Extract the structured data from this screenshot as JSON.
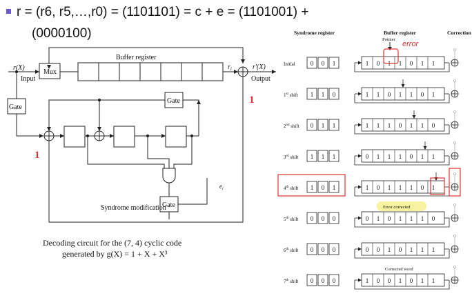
{
  "header": {
    "bullet_color": "#6a5acd",
    "line1": "r = (r6, r5,…,r0) = (1101101) = c + e = (1101001) +",
    "line2": "(0000100)"
  },
  "circuit": {
    "buffer_label": "Buffer register",
    "rx_label": "r(X)",
    "input_label": "Input",
    "mux_label": "Mux",
    "gate_left": "Gate",
    "gate_top": "Gate",
    "gate_bottom": "Gate",
    "ri_label": "r",
    "ri_sub": "i",
    "out_label": "r'(X)",
    "output_label": "Output",
    "ei_label": "e",
    "ei_sub": "i",
    "one_right": "1",
    "one_left": "1",
    "syndrome_mod": "Syndrome modification",
    "caption1": "Decoding circuit for the (7, 4) cyclic code",
    "caption2": "generated by g(X) = 1 + X + X³"
  },
  "table": {
    "headers": [
      "Syndrome register",
      "Buffer register",
      "Correction"
    ],
    "pointer_label": "Pointer",
    "error_note": "error",
    "error_corrected": "Error corrected",
    "corrected_word": "Corrected word",
    "rows": [
      {
        "label": "Initial",
        "syndrome": [
          "0",
          "0",
          "1"
        ],
        "buffer": [
          "1",
          "0",
          "1",
          "1",
          "0",
          "1",
          "1"
        ]
      },
      {
        "label": "1st shift",
        "syndrome": [
          "1",
          "1",
          "0"
        ],
        "buffer": [
          "1",
          "1",
          "0",
          "1",
          "1",
          "0",
          "1"
        ]
      },
      {
        "label": "2nd shift",
        "syndrome": [
          "0",
          "1",
          "1"
        ],
        "buffer": [
          "1",
          "1",
          "1",
          "0",
          "1",
          "1",
          "0"
        ]
      },
      {
        "label": "3rd shift",
        "syndrome": [
          "1",
          "1",
          "1"
        ],
        "buffer": [
          "0",
          "1",
          "1",
          "1",
          "0",
          "1",
          "1"
        ]
      },
      {
        "label": "4th shift",
        "syndrome": [
          "1",
          "0",
          "1"
        ],
        "buffer": [
          "1",
          "0",
          "1",
          "1",
          "1",
          "0",
          "1"
        ]
      },
      {
        "label": "5th shift",
        "syndrome": [
          "0",
          "0",
          "0"
        ],
        "buffer": [
          "0",
          "1",
          "0",
          "1",
          "1",
          "1",
          "0"
        ]
      },
      {
        "label": "6th shift",
        "syndrome": [
          "0",
          "0",
          "0"
        ],
        "buffer": [
          "0",
          "0",
          "1",
          "0",
          "1",
          "1",
          "1"
        ]
      },
      {
        "label": "7th shift",
        "syndrome": [
          "0",
          "0",
          "0"
        ],
        "buffer": [
          "1",
          "0",
          "0",
          "1",
          "0",
          "1",
          "1"
        ]
      }
    ]
  },
  "colors": {
    "annotation_red": "#e03030",
    "highlight_yellow": "#f5f08c",
    "line": "#222222"
  }
}
